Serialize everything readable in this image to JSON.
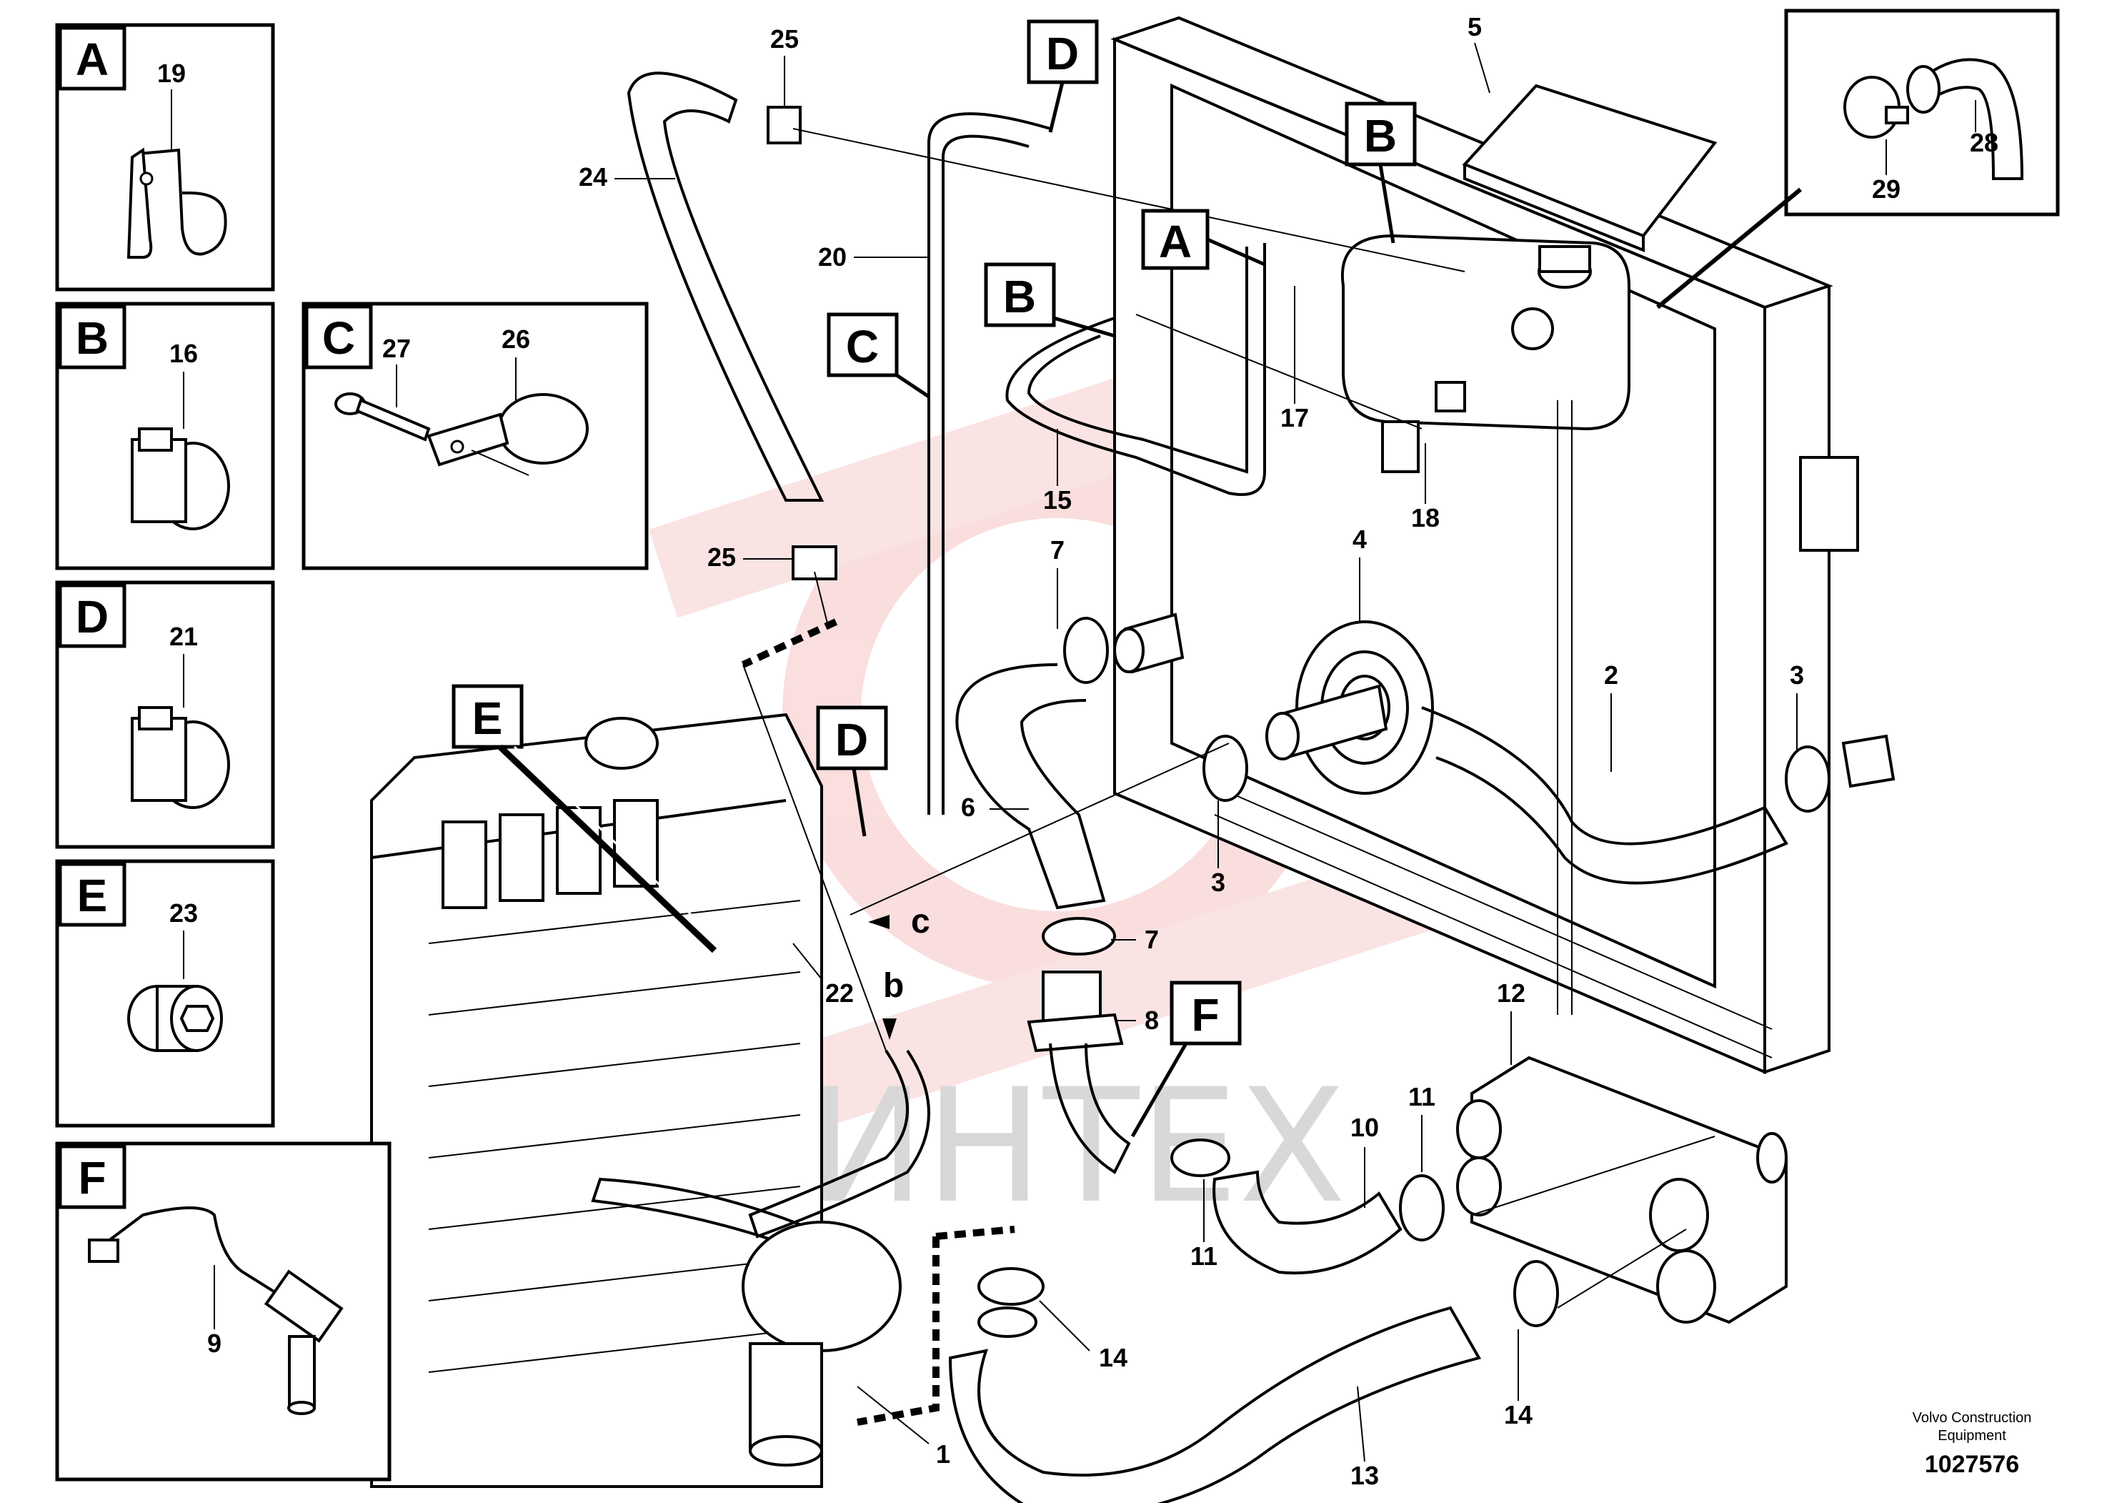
{
  "inset_panels": [
    {
      "letter": "A",
      "part": "19"
    },
    {
      "letter": "B",
      "part": "16"
    },
    {
      "letter": "C",
      "parts": [
        "27",
        "26"
      ]
    },
    {
      "letter": "D",
      "part": "21"
    },
    {
      "letter": "E",
      "part": "23"
    },
    {
      "letter": "F",
      "part": "9"
    }
  ],
  "callout_letters": {
    "A": "A",
    "B": "B",
    "C": "C",
    "D": "D",
    "E": "E",
    "F": "F"
  },
  "connection_labels": {
    "b": "b",
    "c": "c"
  },
  "part_labels": {
    "p1": "1",
    "p2": "2",
    "p3a": "3",
    "p3b": "3",
    "p4": "4",
    "p5": "5",
    "p6": "6",
    "p7a": "7",
    "p7b": "7",
    "p8": "8",
    "p10": "10",
    "p11a": "11",
    "p11b": "11",
    "p12": "12",
    "p13": "13",
    "p14a": "14",
    "p14b": "14",
    "p15": "15",
    "p17": "17",
    "p18": "18",
    "p20": "20",
    "p22": "22",
    "p24": "24",
    "p25a": "25",
    "p25b": "25",
    "p28": "28",
    "p29": "29"
  },
  "footer": {
    "company_line1": "Volvo Construction",
    "company_line2": "Equipment",
    "document_number": "1027576"
  },
  "watermark": "ИНТЕХ"
}
